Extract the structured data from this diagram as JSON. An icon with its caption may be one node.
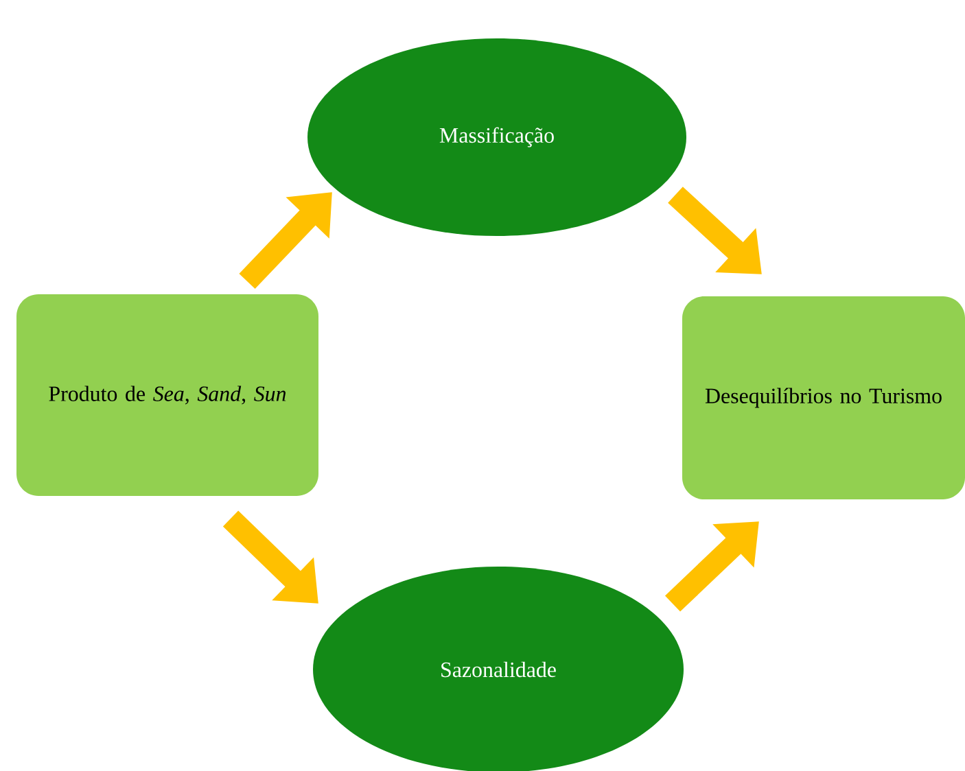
{
  "diagram": {
    "nodes": [
      {
        "text": [
          "Produto de *Sea*, *Sand*, *Sun*"
        ]
      },
      {
        "text": [
          "Massificação"
        ]
      },
      {
        "text": [
          "Desequilíbrios no Turismo"
        ]
      },
      {
        "text": [
          "Sazonalidade"
        ]
      }
    ],
    "edges": [
      {
        "from": 0,
        "to": 1,
        "arrow": "to"
      },
      {
        "from": 1,
        "to": 2,
        "arrow": "to"
      },
      {
        "from": 0,
        "to": 3,
        "arrow": "to"
      },
      {
        "from": 3,
        "to": 2,
        "arrow": "to"
      }
    ]
  }
}
